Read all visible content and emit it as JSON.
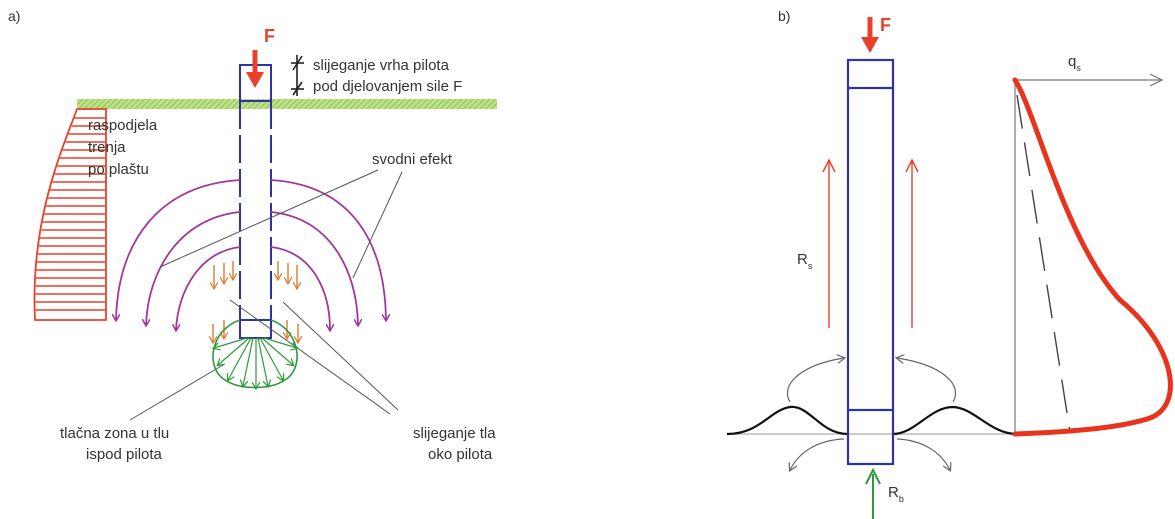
{
  "panel_a": {
    "tag": "a)",
    "force": "F",
    "settlement_note": [
      "slijeganje vrha pilota",
      "pod djelovanjem sile F"
    ],
    "friction_label": [
      "raspodjela",
      "trenja",
      "po plaštu"
    ],
    "arching_label": "svodni efekt",
    "compression_label": [
      "tlačna zona u tlu",
      "ispod pilota"
    ],
    "soil_settlement_label": [
      "slijeganje tla",
      "oko pilota"
    ]
  },
  "panel_b": {
    "tag": "b)",
    "force": "F",
    "shaft_resistance": {
      "main": "R",
      "sub": "s"
    },
    "base_resistance": {
      "main": "R",
      "sub": "b"
    },
    "shaft_friction_axis": {
      "main": "q",
      "sub": "s"
    }
  },
  "colors": {
    "pile": "#2b35a8",
    "force": "#e8412b",
    "friction": "#e8412b",
    "arching": "#a1379a",
    "compression": "#2f9a3c",
    "soil_settlement": "#e07a2e",
    "ground": "#8cc63f",
    "leader": "#555555"
  }
}
